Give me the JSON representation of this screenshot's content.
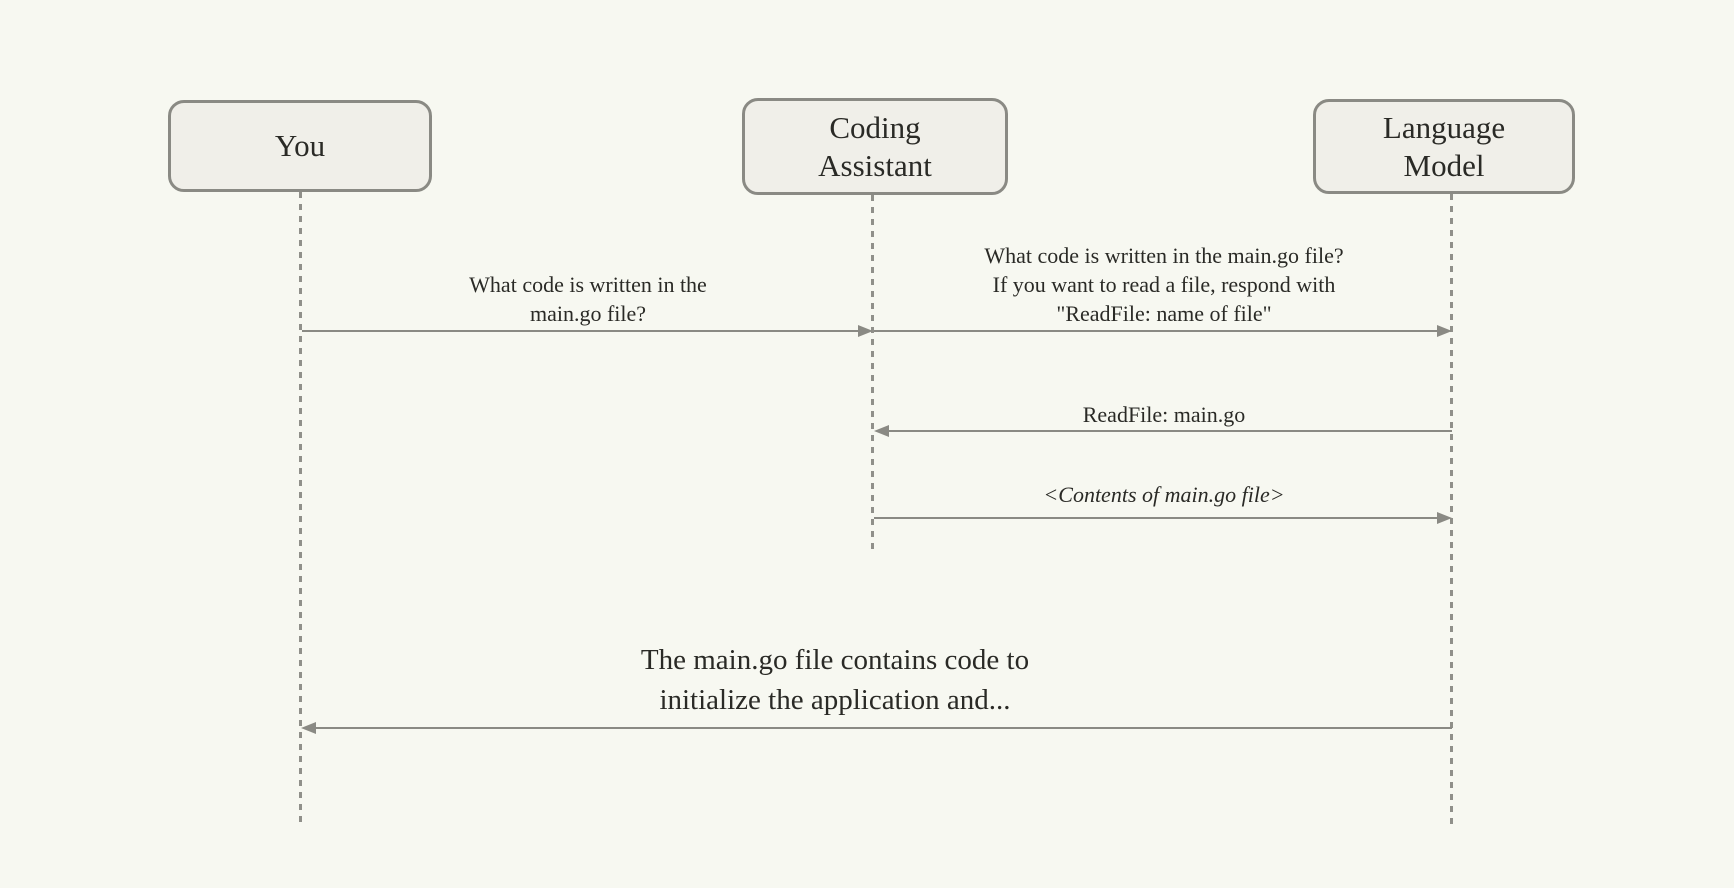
{
  "colors": {
    "background": "#f7f8f1",
    "box_fill": "#f0efe9",
    "box_border": "#8a8a84",
    "line": "#8a8a84",
    "lifeline": "#90908a",
    "text": "#2a2a26"
  },
  "diagram": {
    "type": "sequence-diagram",
    "actors": [
      {
        "id": "you",
        "label": "You"
      },
      {
        "id": "coding-assistant",
        "label": "Coding\nAssistant"
      },
      {
        "id": "language-model",
        "label": "Language\nModel"
      }
    ],
    "messages": [
      {
        "from": "You",
        "to": "Coding Assistant",
        "direction": "right",
        "label": "What code is written in the\nmain.go file?"
      },
      {
        "from": "Coding Assistant",
        "to": "Language Model",
        "direction": "right",
        "label": "What code is written in the main.go file?\nIf you want to read a file, respond with\n\"ReadFile: name of file\""
      },
      {
        "from": "Language Model",
        "to": "Coding Assistant",
        "direction": "left",
        "label": "ReadFile: main.go"
      },
      {
        "from": "Coding Assistant",
        "to": "Language Model",
        "direction": "right",
        "style": "italic",
        "label": "<Contents of main.go file>"
      },
      {
        "from": "Language Model",
        "to": "You",
        "direction": "left",
        "label": "The main.go file contains code to\ninitialize the application and..."
      }
    ]
  }
}
